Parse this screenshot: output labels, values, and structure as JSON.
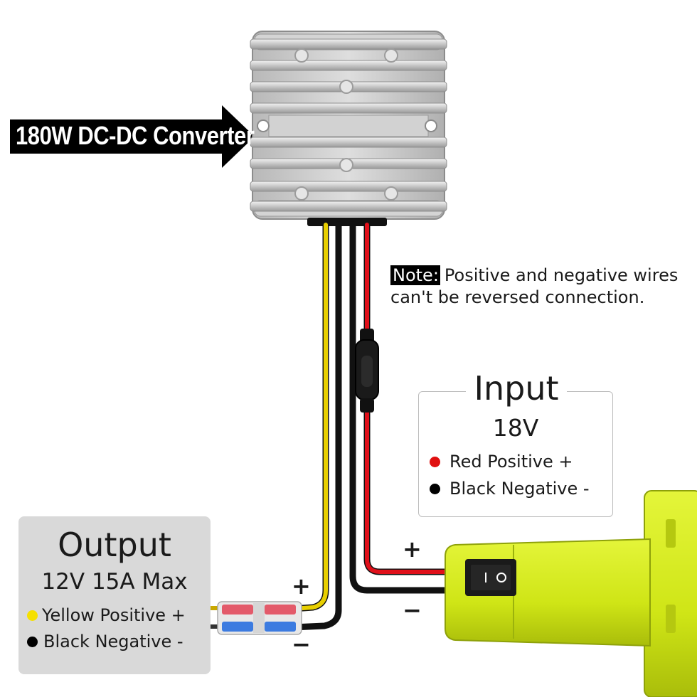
{
  "converter": {
    "title": "180W DC-DC Converter"
  },
  "note": {
    "tag": "Note:",
    "text_line1": "Positive and negative wires",
    "text_line2": "can't be reversed connection."
  },
  "input": {
    "title": "Input",
    "voltage": "18V",
    "positive_label": "Red Positive +",
    "negative_label": "Black Negative -"
  },
  "output": {
    "title": "Output",
    "spec": "12V 15A Max",
    "positive_label": "Yellow Positive +",
    "negative_label": "Black Negative -"
  },
  "terminals": {
    "plus": "+",
    "minus": "−"
  },
  "colors": {
    "wire_yellow": "#e8cf00",
    "wire_red": "#e0101a",
    "wire_black": "#111111",
    "housing": "#c9c9c9",
    "battery": "#d7ee1f",
    "card_gray": "#d9d9d9",
    "dot_yellow": "#f5e000",
    "dot_red": "#e01010",
    "dot_black": "#000000"
  }
}
